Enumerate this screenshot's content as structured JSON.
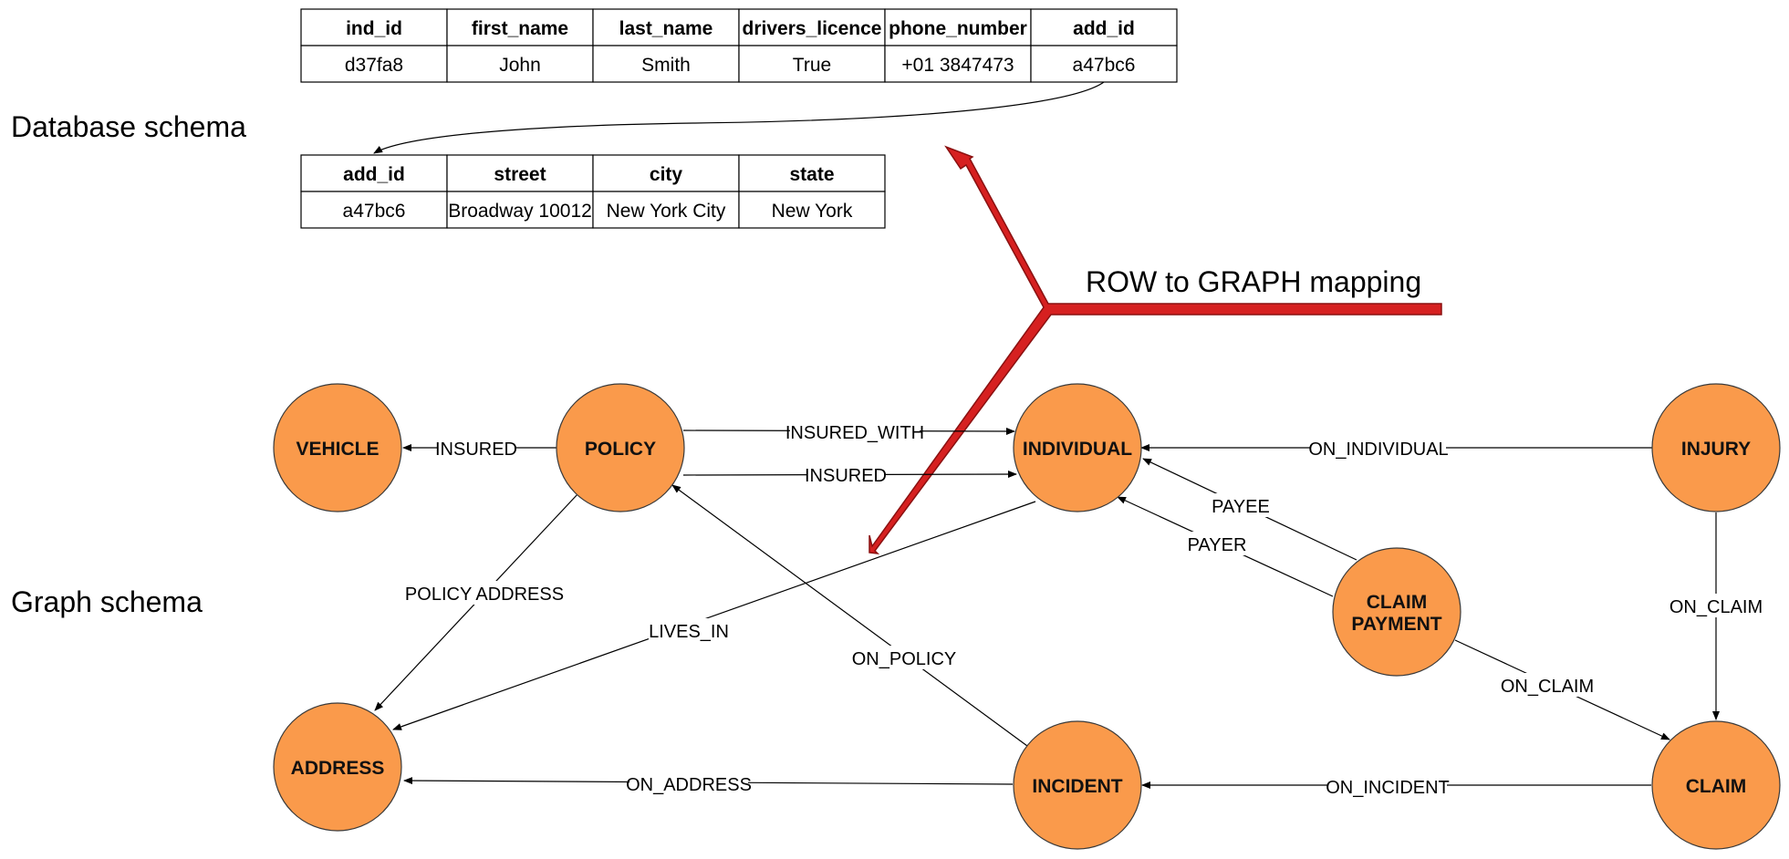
{
  "section_labels": {
    "database": "Database schema",
    "graph": "Graph schema"
  },
  "mapping_label": "ROW to GRAPH mapping",
  "tables": {
    "individual": {
      "headers": [
        "ind_id",
        "first_name",
        "last_name",
        "drivers_licence",
        "phone_number",
        "add_id"
      ],
      "rows": [
        [
          "d37fa8",
          "John",
          "Smith",
          "True",
          "+01 3847473",
          "a47bc6"
        ]
      ]
    },
    "address": {
      "headers": [
        "add_id",
        "street",
        "city",
        "state"
      ],
      "rows": [
        [
          "a47bc6",
          "Broadway 10012",
          "New York City",
          "New York"
        ]
      ]
    }
  },
  "nodes": {
    "vehicle": "VEHICLE",
    "policy": "POLICY",
    "individual": "INDIVIDUAL",
    "injury": "INJURY",
    "claim_payment_line1": "CLAIM",
    "claim_payment_line2": "PAYMENT",
    "address": "ADDRESS",
    "incident": "INCIDENT",
    "claim": "CLAIM"
  },
  "edges": {
    "policy_vehicle": "INSURED",
    "policy_individual_insured_with": "INSURED_WITH",
    "policy_individual_insured": "INSURED",
    "injury_individual": "ON_INDIVIDUAL",
    "payment_individual_payee": "PAYEE",
    "payment_individual_payer": "PAYER",
    "policy_address": "POLICY ADDRESS",
    "individual_address": "LIVES_IN",
    "incident_policy": "ON_POLICY",
    "injury_claim": "ON_CLAIM",
    "payment_claim": "ON_CLAIM",
    "incident_address": "ON_ADDRESS",
    "claim_incident": "ON_INCIDENT"
  },
  "colors": {
    "node_fill": "#fa9a4b",
    "arrow_fill": "#d62020",
    "arrow_stroke": "#8a1010"
  }
}
